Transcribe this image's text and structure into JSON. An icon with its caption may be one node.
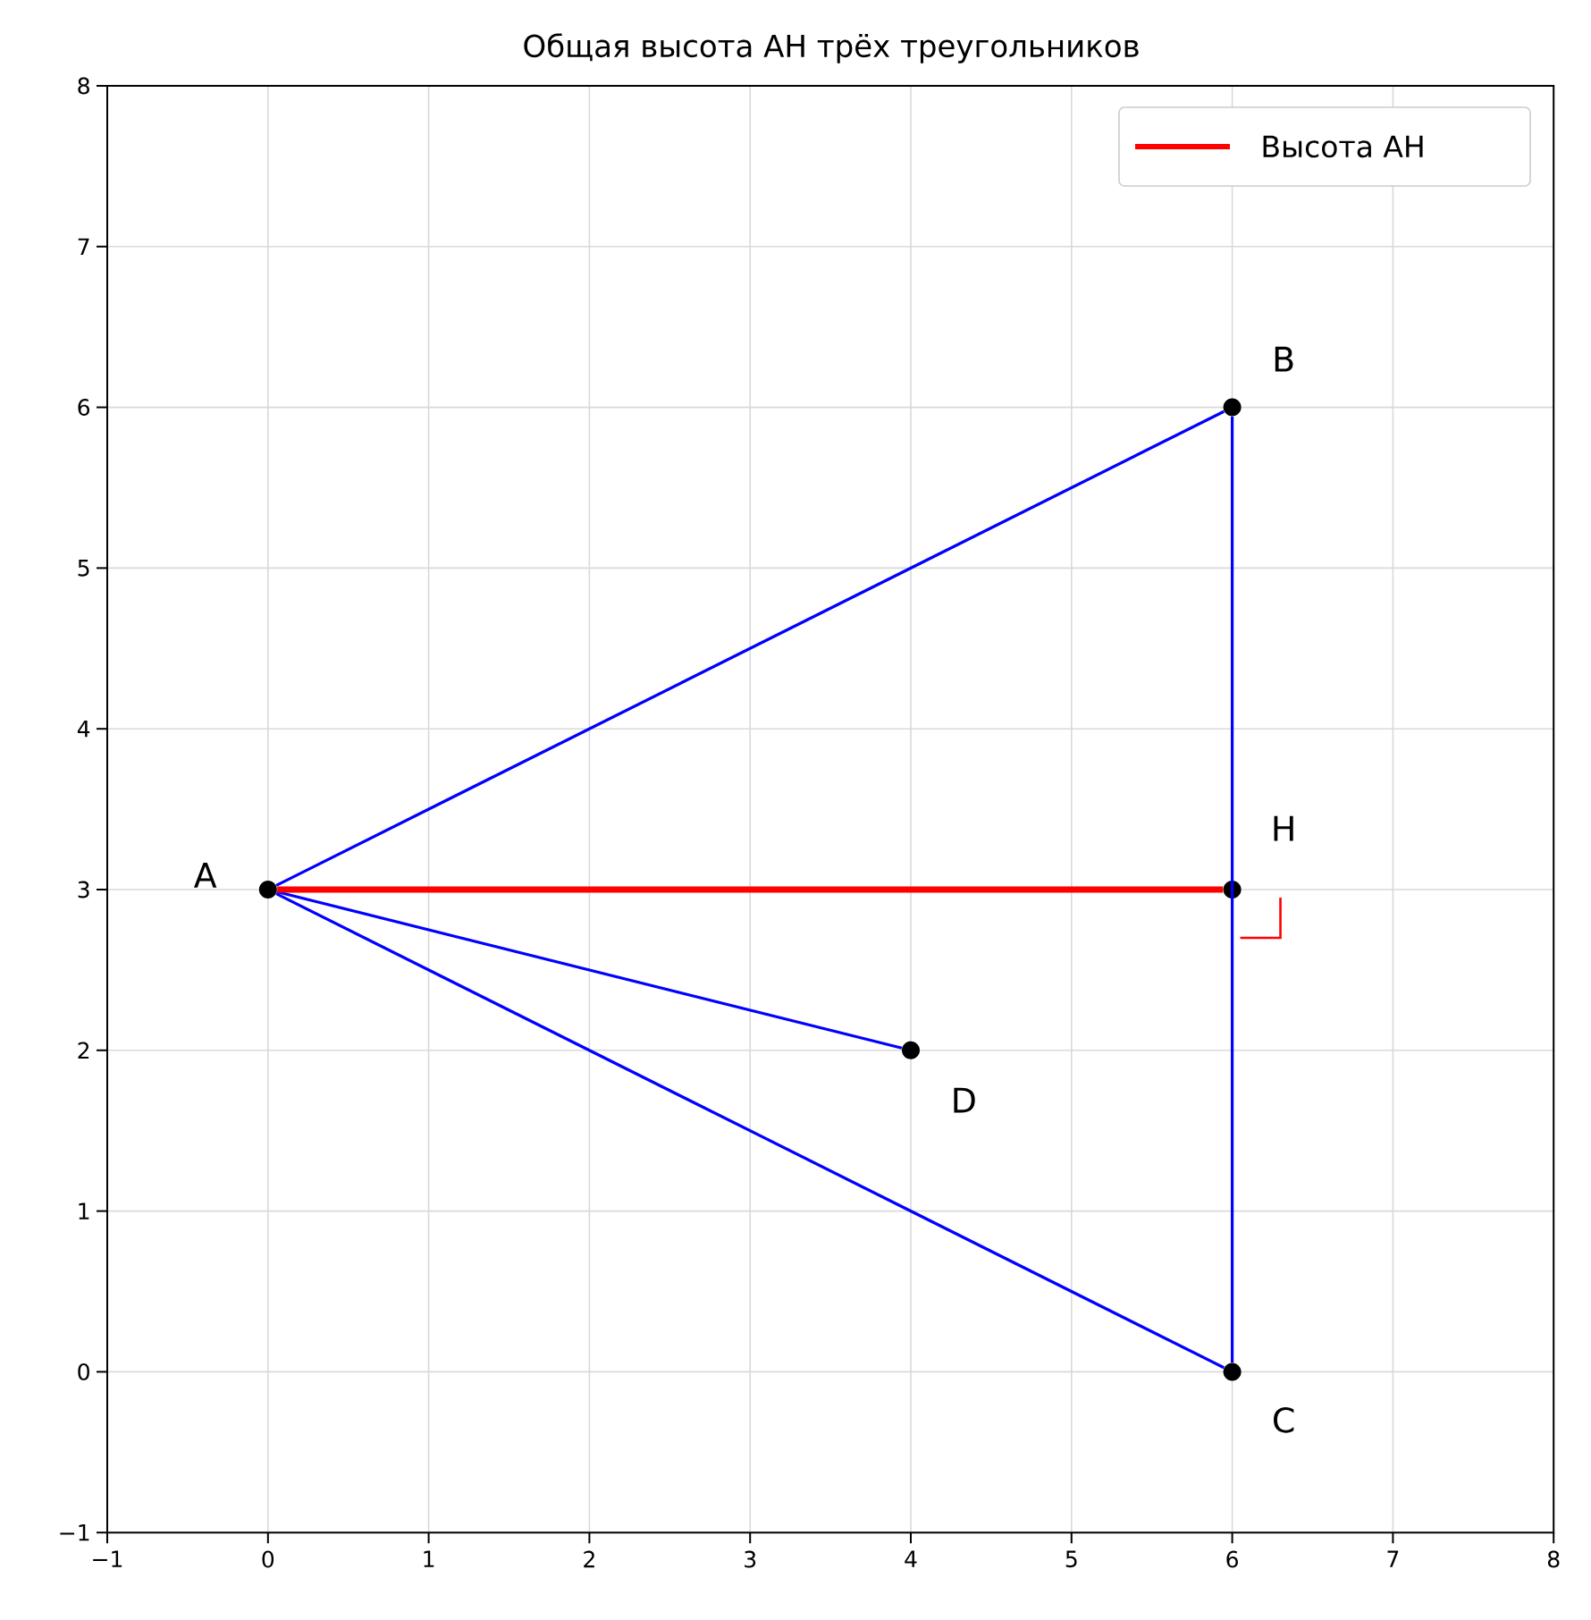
{
  "diagram": {
    "title": "Общая высота АН трёх треугольников",
    "nodes": [
      {
        "text": [],
        "shape": "circle",
        "beside": [
          "B"
        ]
      },
      {
        "text": [],
        "shape": "circle",
        "beside": [
          "A"
        ]
      },
      {
        "text": [],
        "shape": "circle",
        "beside": [
          "H"
        ]
      },
      {
        "text": [],
        "shape": "circle",
        "beside": [
          "D"
        ]
      },
      {
        "text": [],
        "shape": "circle",
        "beside": [
          "C"
        ]
      }
    ],
    "edges": [
      {
        "from": 1,
        "to": 0,
        "arrow": "none"
      },
      {
        "from": 0,
        "to": 4,
        "arrow": "none"
      },
      {
        "from": 1,
        "to": 4,
        "arrow": "none"
      },
      {
        "from": 1,
        "to": 3,
        "arrow": "none"
      },
      {
        "from": 1,
        "to": 2,
        "arrow": "none",
        "style": "thick",
        "color": "#ff0000"
      }
    ],
    "labels": [
      "8",
      "7",
      "6",
      "5",
      "4",
      "3",
      "2",
      "1",
      "0",
      "−1",
      "−1",
      "0",
      "1",
      "2",
      "3",
      "4",
      "5",
      "6",
      "7",
      "8"
    ],
    "legend": [
      {
        "text": "Высота АН"
      }
    ]
  }
}
